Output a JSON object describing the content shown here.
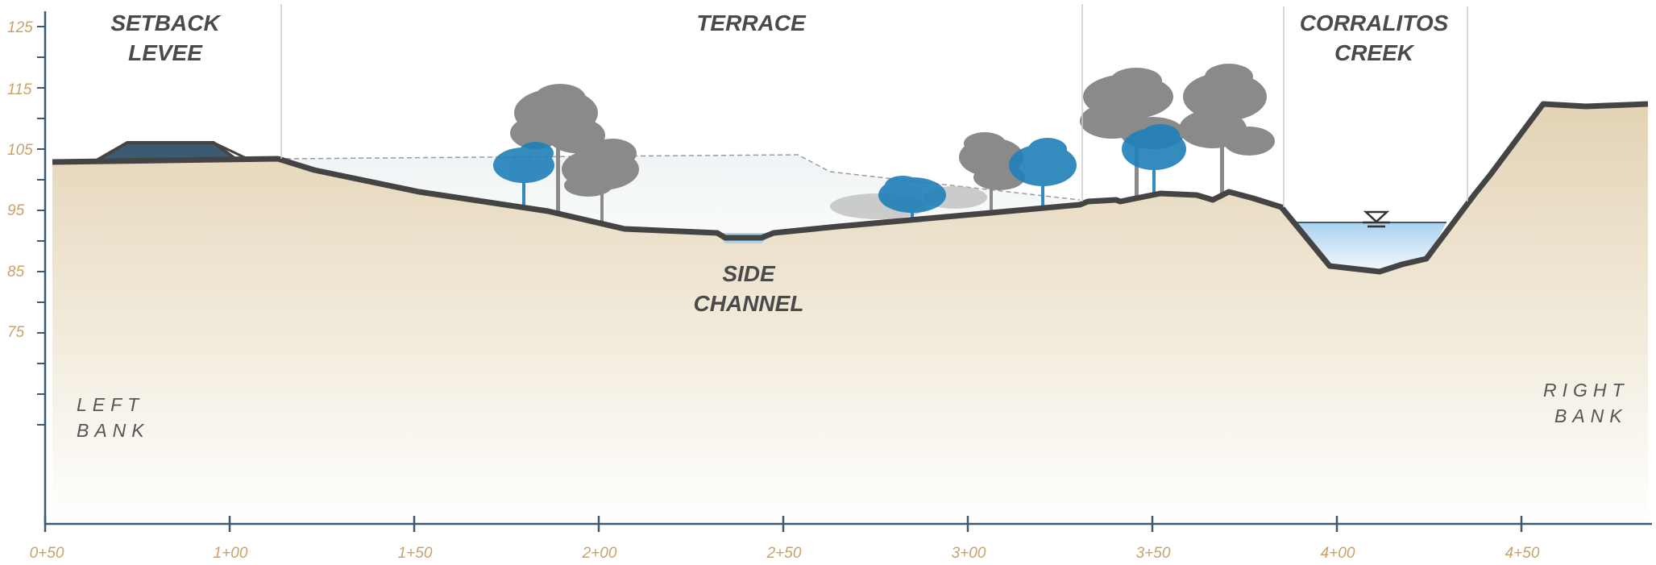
{
  "chart_data": {
    "type": "cross-section",
    "y_ticks": [
      "125",
      "115",
      "105",
      "95",
      "85",
      "75"
    ],
    "x_ticks": [
      "0+50",
      "1+00",
      "1+50",
      "2+00",
      "2+50",
      "3+00",
      "3+50",
      "4+00",
      "4+50"
    ],
    "zones": [
      {
        "lines": [
          "SETBACK",
          "LEVEE"
        ]
      },
      {
        "lines": [
          "TERRACE"
        ]
      },
      {
        "lines": [
          "CORRALITOS",
          "CREEK"
        ]
      },
      {
        "lines": [
          "SIDE",
          "CHANNEL"
        ]
      }
    ],
    "left_bank": [
      "LEFT",
      "BANK"
    ],
    "right_bank": [
      "RIGHT",
      "BANK"
    ],
    "colors": {
      "axis": "#3d5a73",
      "tick_label": "#c9a26a",
      "ground_top": "#e3d3b5",
      "ground_bottom": "#ffffff",
      "profile_line": "#444444",
      "levee_fill": "#3d5a73",
      "water": "#bcdcf0",
      "tree_gray": "#8a8a8a",
      "tree_blue": "#1e7fb8"
    }
  }
}
